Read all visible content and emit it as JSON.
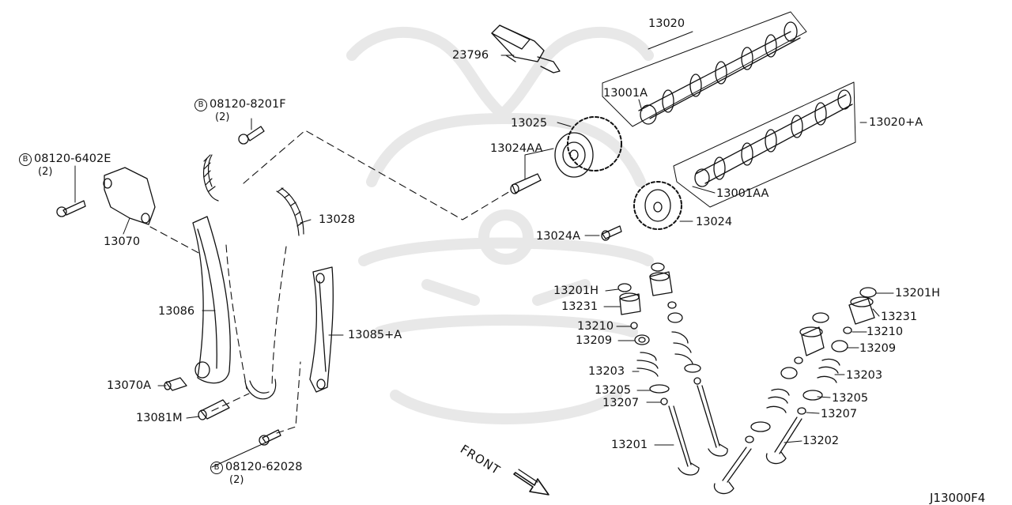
{
  "diagram_id": "J13000F4",
  "front_label": "FRONT",
  "bolts": [
    {
      "circle": "B",
      "part": "08120-8201F",
      "qty": "(2)"
    },
    {
      "circle": "B",
      "part": "08120-6402E",
      "qty": "(2)"
    },
    {
      "circle": "B",
      "part": "08120-62028",
      "qty": "(2)"
    }
  ],
  "parts": {
    "p23796": "23796",
    "p13020": "13020",
    "p13001A": "13001A",
    "p13025": "13025",
    "p13020A": "13020+A",
    "p13024AA": "13024AA",
    "p13001AA": "13001AA",
    "p13028": "13028",
    "p13024": "13024",
    "p13024A": "13024A",
    "p13070": "13070",
    "p13086": "13086",
    "p13085A": "13085+A",
    "p13070A": "13070A",
    "p13081M": "13081M",
    "p13201H_l": "13201H",
    "p13231_l": "13231",
    "p13210_l": "13210",
    "p13209_l": "13209",
    "p13203_l": "13203",
    "p13205_l": "13205",
    "p13207_l": "13207",
    "p13201": "13201",
    "p13201H_r": "13201H",
    "p13231_r": "13231",
    "p13210_r": "13210",
    "p13209_r": "13209",
    "p13203_r": "13203",
    "p13205_r": "13205",
    "p13207_r": "13207",
    "p13202": "13202"
  }
}
